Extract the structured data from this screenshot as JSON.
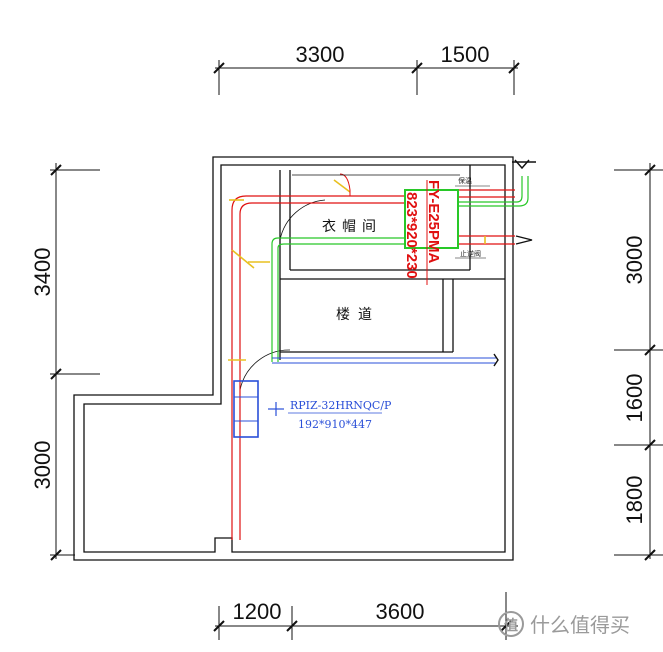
{
  "dimensions": {
    "top": [
      "3300",
      "1500"
    ],
    "bottom": [
      "1200",
      "3600"
    ],
    "left": [
      "3400",
      "3000"
    ],
    "right": [
      "3000",
      "1600",
      "1800"
    ]
  },
  "rooms": {
    "closet": "衣帽间",
    "stairs": "楼道"
  },
  "labels": {
    "insulation": "保温",
    "check_valve": "止逆阀"
  },
  "fresh_air_unit": {
    "model": "FY-E25PMA",
    "size": "823*920*230",
    "color": "#e01010"
  },
  "indoor_unit": {
    "model": "RPIZ-32HRNQC/P",
    "size": "192*910*447",
    "color": "#2a4fd8"
  },
  "watermark": {
    "icon": "value-badge-icon",
    "text": "什么值得买"
  },
  "colors": {
    "wall": "#111111",
    "duct_red": "#e01010",
    "duct_green": "#28c828",
    "duct_yellow": "#e8c020",
    "duct_blue": "#2a4fd8"
  }
}
